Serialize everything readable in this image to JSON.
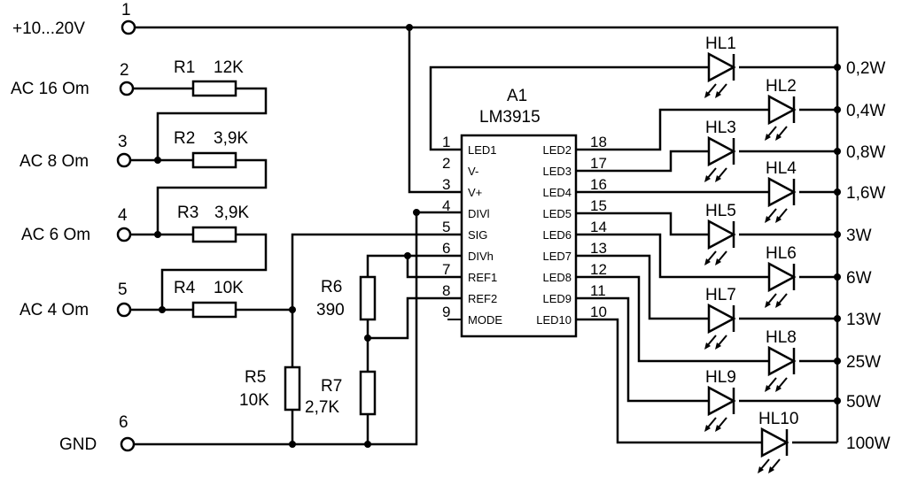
{
  "terminals": [
    {
      "id": "t1",
      "num": "1",
      "label": "+10...20V"
    },
    {
      "id": "t2",
      "num": "2",
      "label": "AC 16 Om"
    },
    {
      "id": "t3",
      "num": "3",
      "label": "AC 8 Om"
    },
    {
      "id": "t4",
      "num": "4",
      "label": "AC 6 Om"
    },
    {
      "id": "t5",
      "num": "5",
      "label": "AC 4 Om"
    },
    {
      "id": "t6",
      "num": "6",
      "label": "GND"
    }
  ],
  "resistors": [
    {
      "id": "R1",
      "name": "R1",
      "value": "12K"
    },
    {
      "id": "R2",
      "name": "R2",
      "value": "3,9K"
    },
    {
      "id": "R3",
      "name": "R3",
      "value": "3,9K"
    },
    {
      "id": "R4",
      "name": "R4",
      "value": "10K"
    },
    {
      "id": "R5",
      "name": "R5",
      "value": "10K"
    },
    {
      "id": "R6",
      "name": "R6",
      "value": "390"
    },
    {
      "id": "R7",
      "name": "R7",
      "value": "2,7K"
    }
  ],
  "ic": {
    "ref": "A1",
    "part": "LM3915",
    "left_pins": [
      {
        "num": "1",
        "name": "LED1"
      },
      {
        "num": "2",
        "name": "V-"
      },
      {
        "num": "3",
        "name": "V+"
      },
      {
        "num": "4",
        "name": "DIVl"
      },
      {
        "num": "5",
        "name": "SIG"
      },
      {
        "num": "6",
        "name": "DIVh"
      },
      {
        "num": "7",
        "name": "REF1"
      },
      {
        "num": "8",
        "name": "REF2"
      },
      {
        "num": "9",
        "name": "MODE"
      }
    ],
    "right_pins": [
      {
        "num": "18",
        "name": "LED2"
      },
      {
        "num": "17",
        "name": "LED3"
      },
      {
        "num": "16",
        "name": "LED4"
      },
      {
        "num": "15",
        "name": "LED5"
      },
      {
        "num": "14",
        "name": "LED6"
      },
      {
        "num": "13",
        "name": "LED7"
      },
      {
        "num": "12",
        "name": "LED8"
      },
      {
        "num": "11",
        "name": "LED9"
      },
      {
        "num": "10",
        "name": "LED10"
      }
    ]
  },
  "leds": [
    {
      "name": "HL1",
      "power": "0,2W"
    },
    {
      "name": "HL2",
      "power": "0,4W"
    },
    {
      "name": "HL3",
      "power": "0,8W"
    },
    {
      "name": "HL4",
      "power": "1,6W"
    },
    {
      "name": "HL5",
      "power": "3W"
    },
    {
      "name": "HL6",
      "power": "6W"
    },
    {
      "name": "HL7",
      "power": "13W"
    },
    {
      "name": "HL8",
      "power": "25W"
    },
    {
      "name": "HL9",
      "power": "50W"
    },
    {
      "name": "HL10",
      "power": "100W"
    }
  ]
}
